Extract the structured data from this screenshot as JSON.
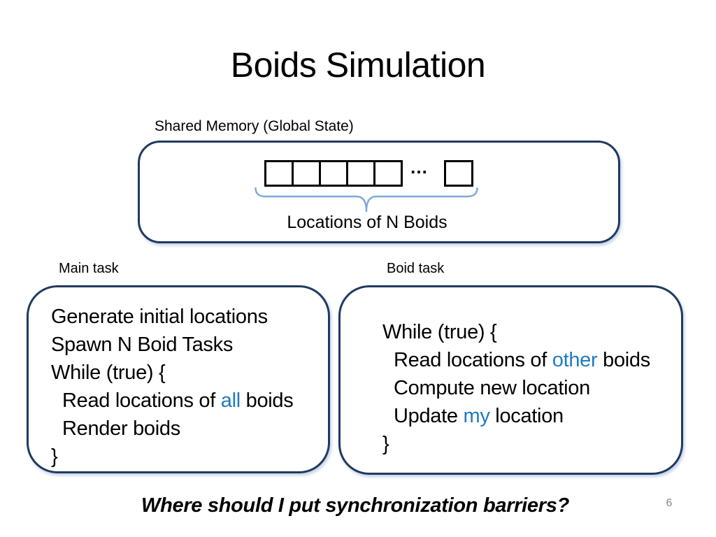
{
  "slide": {
    "title": "Boids Simulation",
    "question": "Where should I put synchronization barriers?",
    "page_number": "6"
  },
  "colors": {
    "border_navy": "#1f3a60",
    "accent_blue": "#1f7bc2",
    "brace_blue": "#7fa8d9",
    "page_number_gray": "#8a8a8a"
  },
  "shared_memory": {
    "label": "Shared Memory (Global State)",
    "cell_count": 6,
    "ellipsis": "…",
    "brace_label": "Locations of N Boids"
  },
  "main_task": {
    "label": "Main task",
    "line1": "Generate initial locations",
    "line2": "Spawn N Boid Tasks",
    "line3": "While (true) {",
    "line4_pre": "Read locations of ",
    "line4_highlight": "all",
    "line4_post": " boids",
    "line5": "Render boids",
    "line6": "}"
  },
  "boid_task": {
    "label": "Boid task",
    "line1": "While (true) {",
    "line2_pre": "Read locations of ",
    "line2_highlight": "other",
    "line2_post": " boids",
    "line3": "Compute new location",
    "line4_pre": "Update ",
    "line4_highlight": "my",
    "line4_post": " location",
    "line5": "}"
  }
}
